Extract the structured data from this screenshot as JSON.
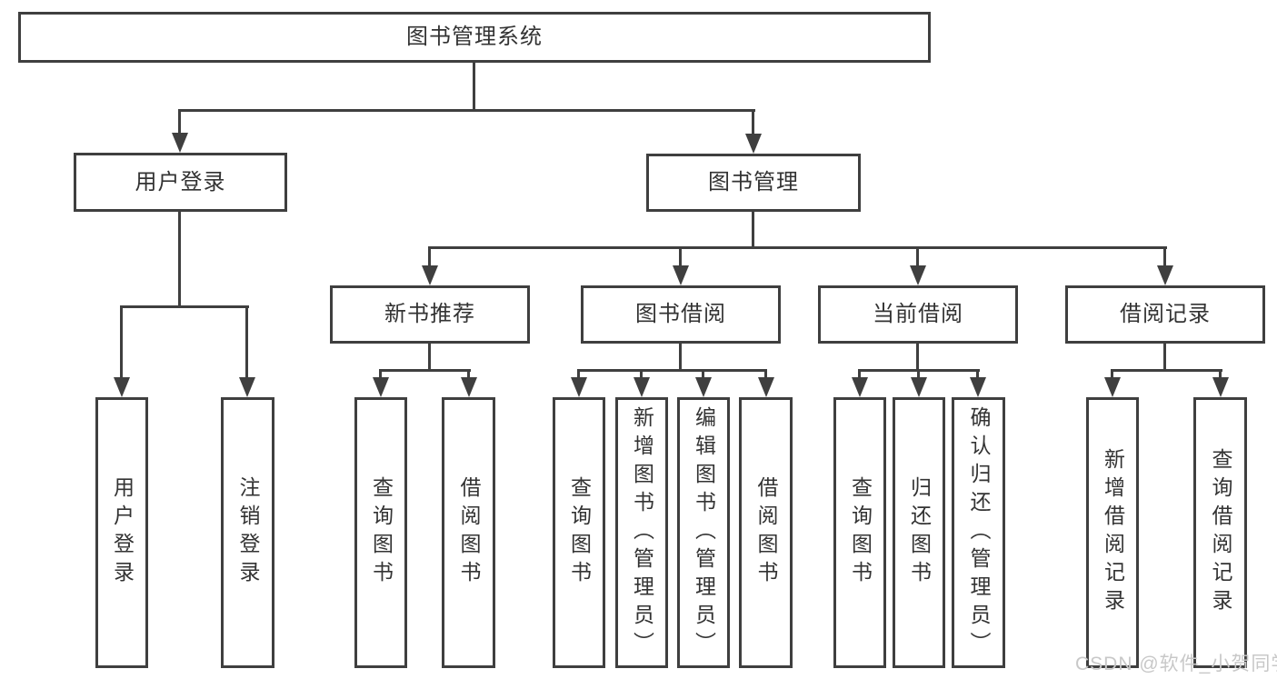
{
  "root": {
    "label": "图书管理系统"
  },
  "login": {
    "label": "用户登录",
    "children": [
      "用户登录",
      "注销登录"
    ]
  },
  "mgmt": {
    "label": "图书管理",
    "sections": [
      {
        "label": "新书推荐",
        "children": [
          "查询图书",
          "借阅图书"
        ]
      },
      {
        "label": "图书借阅",
        "children": [
          "查询图书",
          "新增图书（管理员）",
          "编辑图书（管理员）",
          "借阅图书"
        ]
      },
      {
        "label": "当前借阅",
        "children": [
          "查询图书",
          "归还图书",
          "确认归还（管理员）"
        ]
      },
      {
        "label": "借阅记录",
        "children": [
          "新增借阅记录",
          "查询借阅记录"
        ]
      }
    ]
  },
  "watermark": "CSDN @软件_小贺同学",
  "colors": {
    "line": "#3f3f3f",
    "text": "#333333",
    "watermark": "#c8c8c8",
    "background": "#ffffff"
  }
}
